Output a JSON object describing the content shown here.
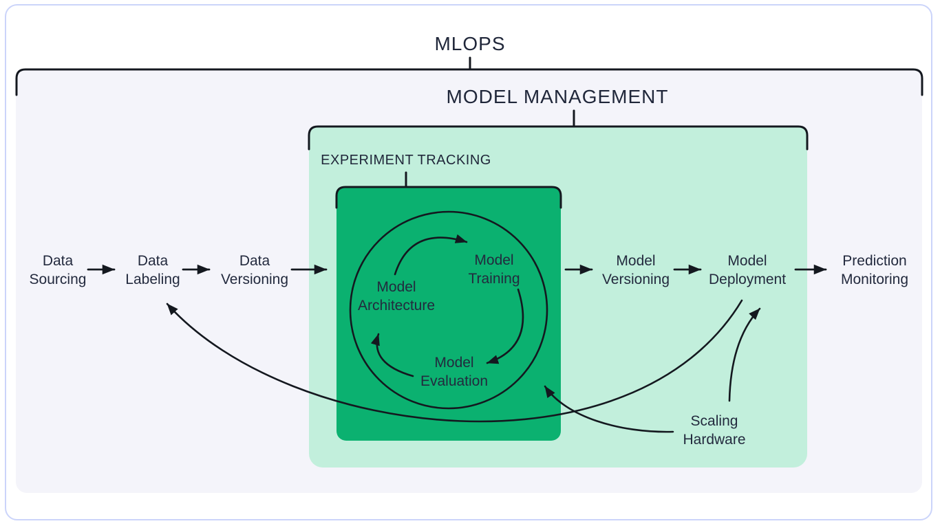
{
  "diagram": {
    "title": "MLOPS",
    "groups": {
      "model_management": {
        "label": "MODEL MANAGEMENT"
      },
      "experiment_tracking": {
        "label": "EXPERIMENT TRACKING"
      }
    },
    "pipeline": [
      {
        "id": "data-sourcing",
        "line1": "Data",
        "line2": "Sourcing"
      },
      {
        "id": "data-labeling",
        "line1": "Data",
        "line2": "Labeling"
      },
      {
        "id": "data-versioning",
        "line1": "Data",
        "line2": "Versioning"
      },
      {
        "id": "model-versioning",
        "line1": "Model",
        "line2": "Versioning"
      },
      {
        "id": "model-deployment",
        "line1": "Model",
        "line2": "Deployment"
      },
      {
        "id": "prediction-monitoring",
        "line1": "Prediction",
        "line2": "Monitoring"
      }
    ],
    "cycle": [
      {
        "id": "model-architecture",
        "line1": "Model",
        "line2": "Architecture"
      },
      {
        "id": "model-training",
        "line1": "Model",
        "line2": "Training"
      },
      {
        "id": "model-evaluation",
        "line1": "Model",
        "line2": "Evaluation"
      }
    ],
    "annotation": {
      "id": "scaling-hardware",
      "line1": "Scaling",
      "line2": "Hardware"
    },
    "colors": {
      "green_dark": "#0bb170",
      "green_mint": "#c2efdc",
      "panel_lavender": "#f4f4fa",
      "card_border": "#cbd4fa",
      "line_stroke": "#14181f",
      "text": "#232a3e"
    }
  }
}
